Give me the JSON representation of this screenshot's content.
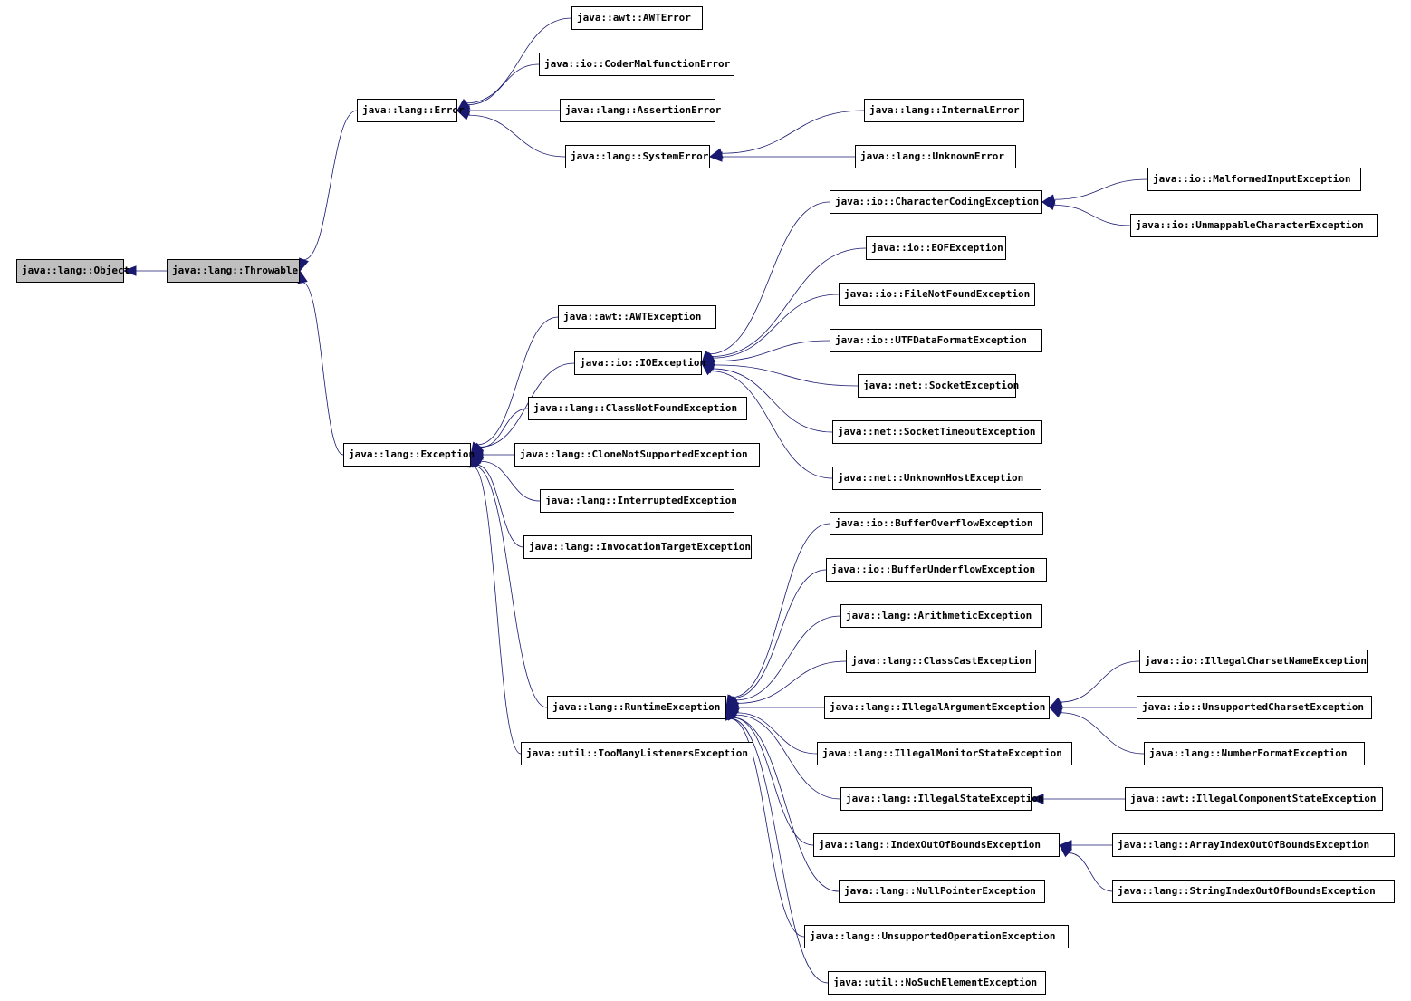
{
  "diagram": {
    "nodes": {
      "object": "java::lang::Object",
      "throwable": "java::lang::Throwable",
      "error": "java::lang::Error",
      "exception": "java::lang::Exception",
      "awterror": "java::awt::AWTError",
      "codermalfunctionerror": "java::io::CoderMalfunctionError",
      "assertionerror": "java::lang::AssertionError",
      "systemerror": "java::lang::SystemError",
      "internalerror": "java::lang::InternalError",
      "unknownerror": "java::lang::UnknownError",
      "awtexception": "java::awt::AWTException",
      "ioexception": "java::io::IOException",
      "classnotfoundexception": "java::lang::ClassNotFoundException",
      "clonenotsupportedexception": "java::lang::CloneNotSupportedException",
      "interruptedexception": "java::lang::InterruptedException",
      "invocationtargetexception": "java::lang::InvocationTargetException",
      "runtimeexception": "java::lang::RuntimeException",
      "toomanylistenersexception": "java::util::TooManyListenersException",
      "charactercodingexception": "java::io::CharacterCodingException",
      "malformedinputexception": "java::io::MalformedInputException",
      "unmappablecharacterexception": "java::io::UnmappableCharacterException",
      "eofexception": "java::io::EOFException",
      "filenotfoundexception": "java::io::FileNotFoundException",
      "utfdataformatexception": "java::io::UTFDataFormatException",
      "socketexception": "java::net::SocketException",
      "sockettimeoutexception": "java::net::SocketTimeoutException",
      "unknownhostexception": "java::net::UnknownHostException",
      "bufferoverflowexception": "java::io::BufferOverflowException",
      "bufferunderflowexception": "java::io::BufferUnderflowException",
      "arithmeticexception": "java::lang::ArithmeticException",
      "classcastexception": "java::lang::ClassCastException",
      "illegalargumentexception": "java::lang::IllegalArgumentException",
      "illegalmonitorstateexception": "java::lang::IllegalMonitorStateException",
      "illegalstateexception": "java::lang::IllegalStateException",
      "indexoutofboundsexception": "java::lang::IndexOutOfBoundsException",
      "nullpointerexception": "java::lang::NullPointerException",
      "unsupportedoperationexception": "java::lang::UnsupportedOperationException",
      "nosuchelementexception": "java::util::NoSuchElementException",
      "illegalcharsetnameexception": "java::io::IllegalCharsetNameException",
      "unsupportedcharsetexception": "java::io::UnsupportedCharsetException",
      "numberformatexception": "java::lang::NumberFormatException",
      "illegalcomponentstateexception": "java::awt::IllegalComponentStateException",
      "arrayindexoutofboundsexception": "java::lang::ArrayIndexOutOfBoundsException",
      "stringindexoutofboundsexception": "java::lang::StringIndexOutOfBoundsException"
    },
    "edges": [
      [
        "throwable",
        "object"
      ],
      [
        "error",
        "throwable"
      ],
      [
        "exception",
        "throwable"
      ],
      [
        "awterror",
        "error"
      ],
      [
        "codermalfunctionerror",
        "error"
      ],
      [
        "assertionerror",
        "error"
      ],
      [
        "systemerror",
        "error"
      ],
      [
        "internalerror",
        "systemerror"
      ],
      [
        "unknownerror",
        "systemerror"
      ],
      [
        "awtexception",
        "exception"
      ],
      [
        "ioexception",
        "exception"
      ],
      [
        "classnotfoundexception",
        "exception"
      ],
      [
        "clonenotsupportedexception",
        "exception"
      ],
      [
        "interruptedexception",
        "exception"
      ],
      [
        "invocationtargetexception",
        "exception"
      ],
      [
        "runtimeexception",
        "exception"
      ],
      [
        "toomanylistenersexception",
        "exception"
      ],
      [
        "charactercodingexception",
        "ioexception"
      ],
      [
        "eofexception",
        "ioexception"
      ],
      [
        "filenotfoundexception",
        "ioexception"
      ],
      [
        "utfdataformatexception",
        "ioexception"
      ],
      [
        "socketexception",
        "ioexception"
      ],
      [
        "sockettimeoutexception",
        "ioexception"
      ],
      [
        "unknownhostexception",
        "ioexception"
      ],
      [
        "malformedinputexception",
        "charactercodingexception"
      ],
      [
        "unmappablecharacterexception",
        "charactercodingexception"
      ],
      [
        "bufferoverflowexception",
        "runtimeexception"
      ],
      [
        "bufferunderflowexception",
        "runtimeexception"
      ],
      [
        "arithmeticexception",
        "runtimeexception"
      ],
      [
        "classcastexception",
        "runtimeexception"
      ],
      [
        "illegalargumentexception",
        "runtimeexception"
      ],
      [
        "illegalmonitorstateexception",
        "runtimeexception"
      ],
      [
        "illegalstateexception",
        "runtimeexception"
      ],
      [
        "indexoutofboundsexception",
        "runtimeexception"
      ],
      [
        "nullpointerexception",
        "runtimeexception"
      ],
      [
        "unsupportedoperationexception",
        "runtimeexception"
      ],
      [
        "nosuchelementexception",
        "runtimeexception"
      ],
      [
        "illegalcharsetnameexception",
        "illegalargumentexception"
      ],
      [
        "unsupportedcharsetexception",
        "illegalargumentexception"
      ],
      [
        "numberformatexception",
        "illegalargumentexception"
      ],
      [
        "illegalcomponentstateexception",
        "illegalstateexception"
      ],
      [
        "arrayindexoutofboundsexception",
        "indexoutofboundsexception"
      ],
      [
        "stringindexoutofboundsexception",
        "indexoutofboundsexception"
      ]
    ],
    "highlighted_node": "throwable",
    "colors": {
      "edge": "#191970",
      "arrowhead": "#191970",
      "node_border": "#000000",
      "node_fill": "#ffffff",
      "highlight_fill": "#bfbfbf"
    }
  }
}
